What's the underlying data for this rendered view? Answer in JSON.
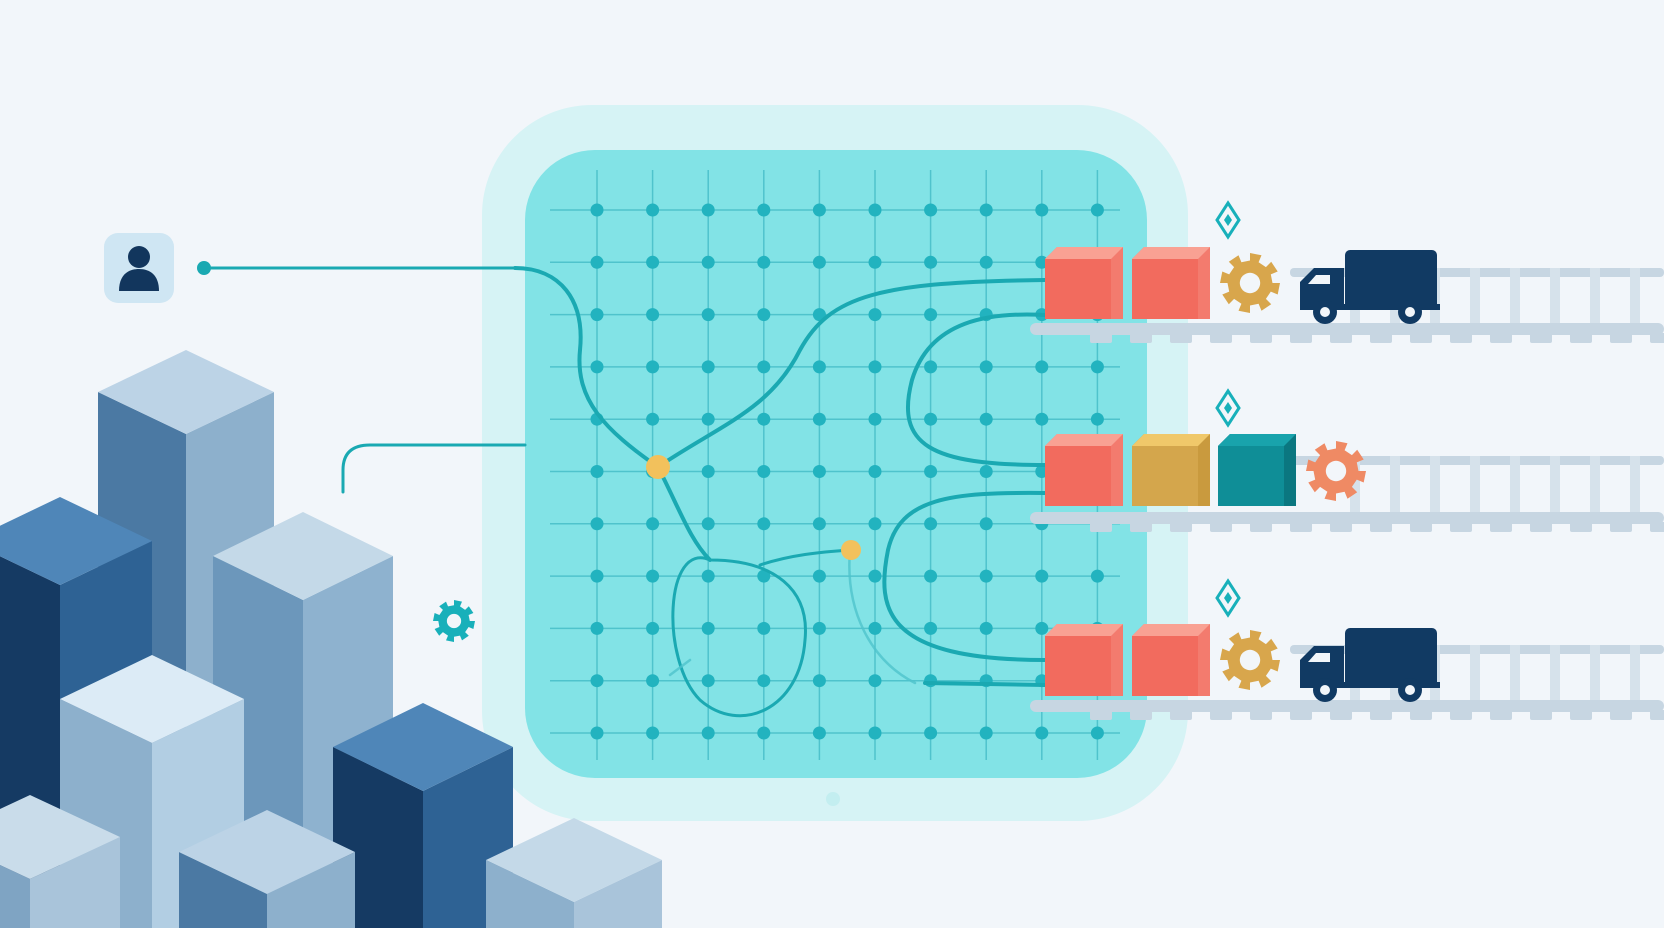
{
  "palette": {
    "background": "#f2f6fa",
    "panel_outer": "#d6f3f5",
    "panel_inner": "#82e3e6",
    "grid_line": "#4fc3cc",
    "grid_dot": "#22b3bf",
    "path": "#1aa9b2",
    "node": "#f2c15c",
    "box_coral": "#f37b6e",
    "box_gold": "#d4a64c",
    "box_teal": "#0f8e97",
    "gear_gold": "#d8a64c",
    "gear_coral": "#ef8a64",
    "truck": "#113a63",
    "rail": "#c7d6e2",
    "city_dark": "#153a63",
    "city_mid": "#2e6294",
    "city_light": "#8db0cc",
    "city_pale": "#c4d9e8"
  },
  "icons": {
    "user": "user-icon",
    "gear_small": "gear-icon",
    "diamond": "diamond-icon",
    "truck": "truck-icon",
    "gear_large": "gear-icon"
  },
  "lanes": [
    {
      "id": "lane-1",
      "boxes": [
        "coral",
        "coral"
      ],
      "gear": "gold",
      "truck": true
    },
    {
      "id": "lane-2",
      "boxes": [
        "coral",
        "gold",
        "teal"
      ],
      "gear": "coral",
      "truck": false
    },
    {
      "id": "lane-3",
      "boxes": [
        "coral",
        "coral"
      ],
      "gear": "gold",
      "truck": true
    }
  ]
}
